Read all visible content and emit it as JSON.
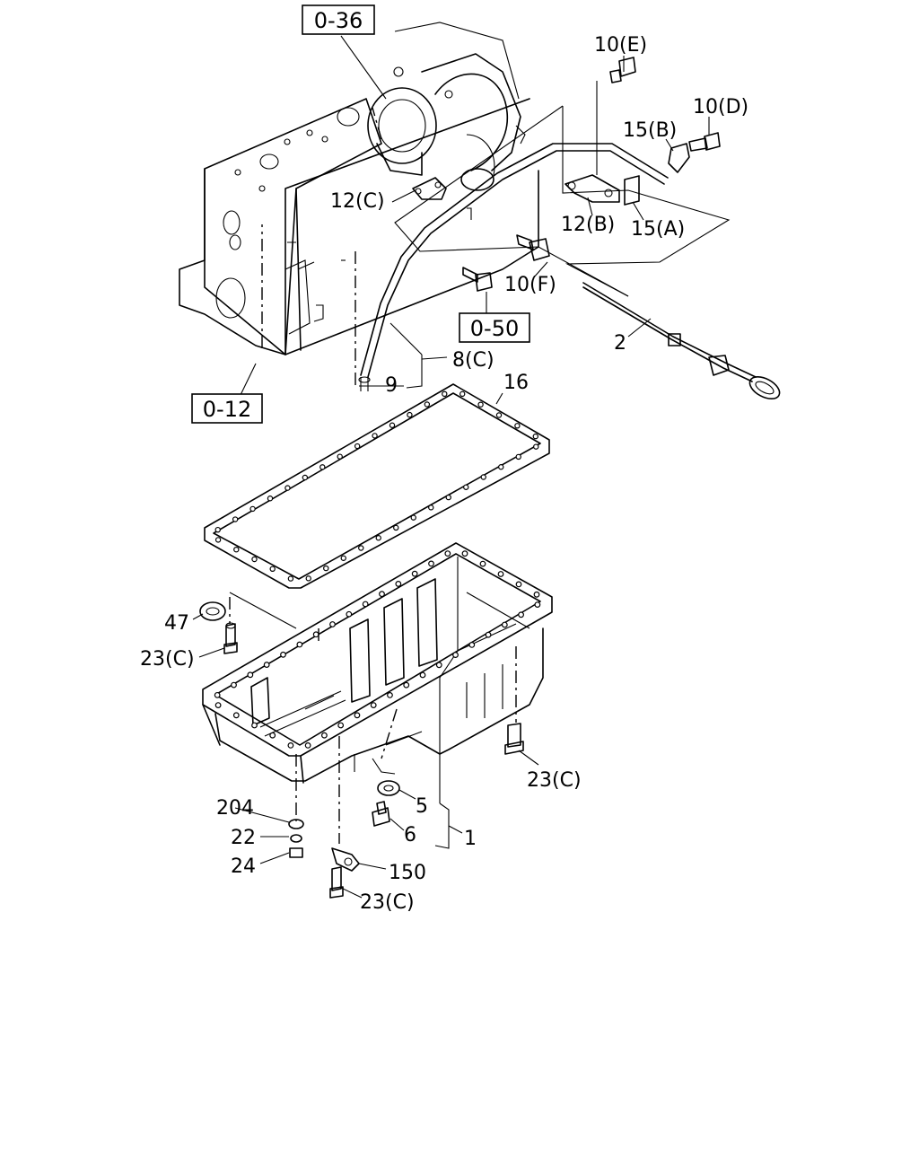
{
  "colors": {
    "line": "#000000",
    "background": "#ffffff"
  },
  "refs": {
    "r036": "0-36",
    "r050": "0-50",
    "r012": "0-12"
  },
  "parts": {
    "p10e": "10(E)",
    "p10d": "10(D)",
    "p15b": "15(B)",
    "p12c": "12(C)",
    "p12b": "12(B)",
    "p15a": "15(A)",
    "p10f": "10(F)",
    "p2": "2",
    "p8c": "8(C)",
    "p9": "9",
    "p16": "16",
    "p47": "47",
    "p23c_a": "23(C)",
    "p23c_b": "23(C)",
    "p204": "204",
    "p5": "5",
    "p1": "1",
    "p22": "22",
    "p6": "6",
    "p24": "24",
    "p150": "150",
    "p23c_c": "23(C)"
  }
}
